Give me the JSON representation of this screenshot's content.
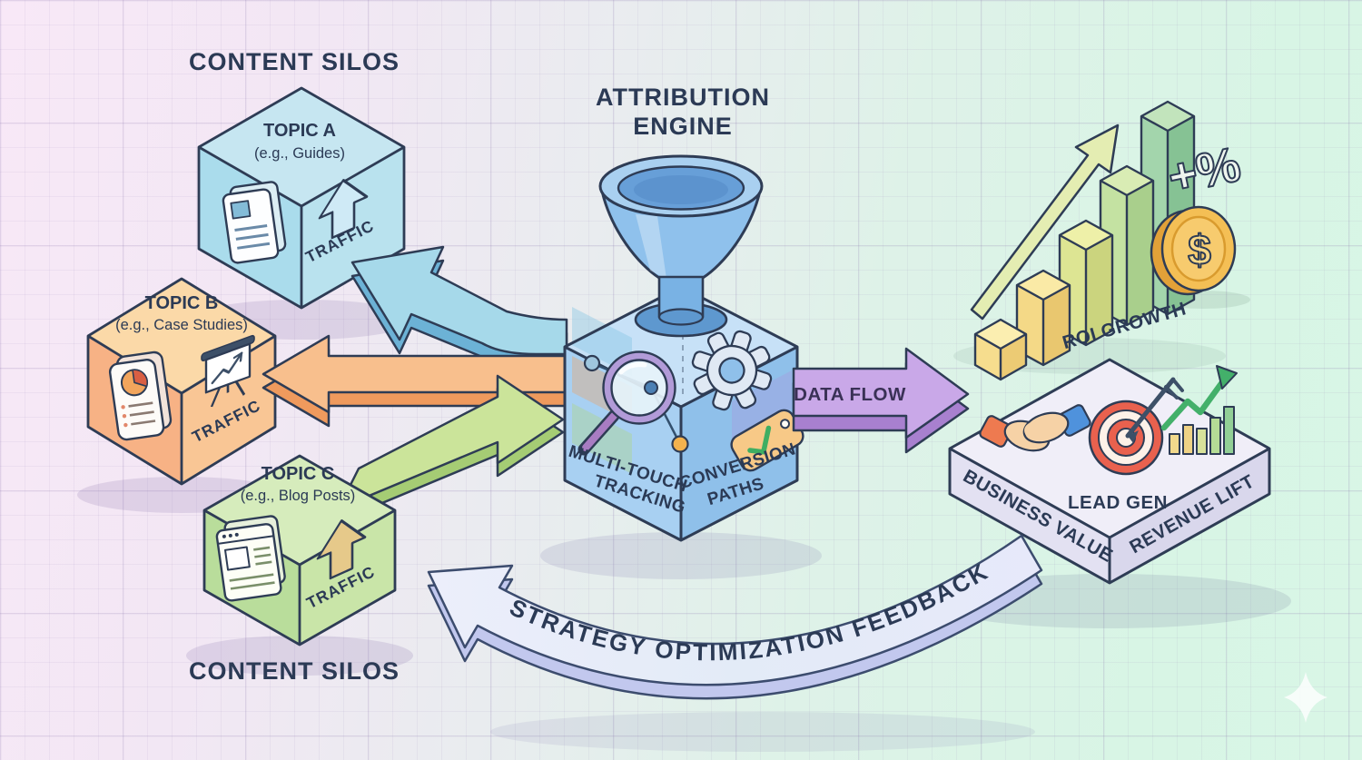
{
  "titles": {
    "content_silos_top": "CONTENT SILOS",
    "content_silos_bottom": "CONTENT SILOS",
    "attribution_engine_line1": "ATTRIBUTION",
    "attribution_engine_line2": "ENGINE"
  },
  "silos": [
    {
      "name": "TOPIC A",
      "example": "(e.g., Guides)",
      "traffic": "TRAFFIC"
    },
    {
      "name": "TOPIC B",
      "example": "(e.g., Case Studies)",
      "traffic": "TRAFFIC"
    },
    {
      "name": "TOPIC C",
      "example": "(e.g., Blog Posts)",
      "traffic": "TRAFFIC"
    }
  ],
  "engine": {
    "left_face_line1": "MULTI-TOUCH",
    "left_face_line2": "TRACKING",
    "right_face_line1": "CONVERSION",
    "right_face_line2": "PATHS"
  },
  "flow": {
    "data_flow": "DATA FLOW",
    "feedback": "STRATEGY OPTIMIZATION FEEDBACK"
  },
  "outcomes": {
    "roi_growth": "ROI GROWTH",
    "plus_percent": "+%",
    "dollar": "$",
    "business_value": "BUSINESS VALUE",
    "lead_gen": "LEAD GEN",
    "revenue_lift": "REVENUE LIFT"
  },
  "icons": {
    "silo_a_face": "document-icon",
    "silo_a_traffic": "up-arrow-icon",
    "silo_b_face": "pie-report-icon",
    "silo_b_traffic": "presentation-chart-icon",
    "silo_c_face": "browser-icon",
    "silo_c_traffic": "up-arrow-icon",
    "engine_top": "funnel-icon",
    "engine_left_face": "magnifier-network-icon",
    "engine_right_face": "gear-icon + tag-check-icon",
    "roi_cluster": "3d-bar-chart-icon, growth-arrow-icon, plus-percent-icon, dollar-coin-icon",
    "platform_icons": "handshake-icon, target-arrow-icon, revenue-bars-icon",
    "corner": "sparkle-icon"
  },
  "colors": {
    "outline": "#2e3c55",
    "silo_a_blue": "#aadcec",
    "silo_b_orange": "#f7b285",
    "silo_c_green": "#b9dd9b",
    "engine_blue": "#a8d0f2",
    "data_flow_purple": "#c9a8e8",
    "feedback_lavender": "#e9eafa",
    "coin_gold": "#f4bf55",
    "bg_left_pink": "#f8e8f7",
    "bg_right_mint": "#d9f6e6"
  }
}
